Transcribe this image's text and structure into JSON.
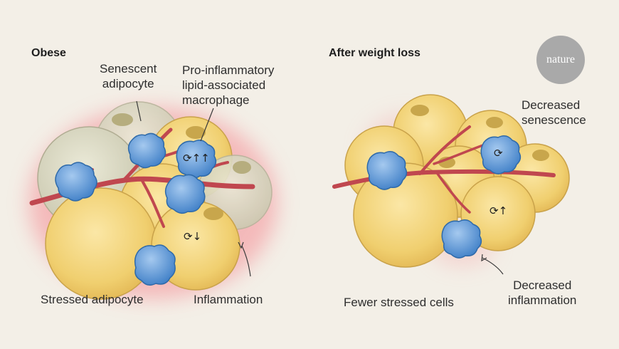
{
  "panels": {
    "left": {
      "title": "Obese"
    },
    "right": {
      "title": "After weight loss"
    }
  },
  "labels": {
    "senescent_adipocyte": "Senescent\nadipocyte",
    "macrophage": "Pro-inflammatory\nlipid-associated\nmacrophage",
    "stressed_adipocyte": "Stressed adipocyte",
    "inflammation": "Inflammation",
    "decreased_senescence": "Decreased\nsenescence",
    "fewer_stressed_cells": "Fewer stressed cells",
    "decreased_inflammation": "Decreased\ninflammation"
  },
  "symbols": {
    "macrophage_up": "⟳↑↑",
    "adipocyte_down": "⟳↓",
    "adipocyte_up": "⟳↑",
    "macrophage_right": "⟳"
  },
  "badge": {
    "text": "nature"
  },
  "colors": {
    "background": "#f3efe7",
    "adipocyte": "#f2d476",
    "senescent": "#d9d7c2",
    "macrophage": "#5d9ad6",
    "vessel": "#c0474f",
    "inflammation": "#ef9aa0"
  }
}
